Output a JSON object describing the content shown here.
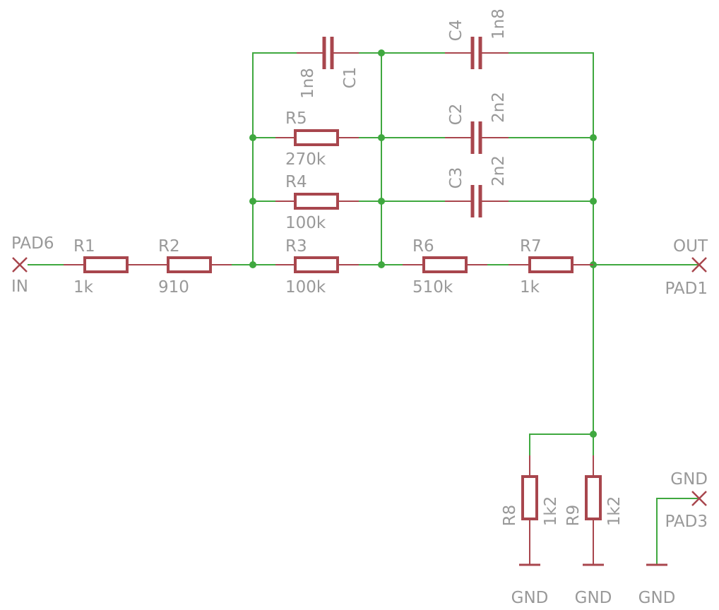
{
  "components": {
    "pad6": {
      "name": "PAD6",
      "net": "IN"
    },
    "pad1": {
      "name": "PAD1",
      "net": "OUT"
    },
    "pad3": {
      "name": "PAD3",
      "net": "GND"
    },
    "r1": {
      "name": "R1",
      "value": "1k"
    },
    "r2": {
      "name": "R2",
      "value": "910"
    },
    "r3": {
      "name": "R3",
      "value": "100k"
    },
    "r4": {
      "name": "R4",
      "value": "100k"
    },
    "r5": {
      "name": "R5",
      "value": "270k"
    },
    "r6": {
      "name": "R6",
      "value": "510k"
    },
    "r7": {
      "name": "R7",
      "value": "1k"
    },
    "r8": {
      "name": "R8",
      "value": "1k2"
    },
    "r9": {
      "name": "R9",
      "value": "1k2"
    },
    "c1": {
      "name": "C1",
      "value": "1n8"
    },
    "c2": {
      "name": "C2",
      "value": "2n2"
    },
    "c3": {
      "name": "C3",
      "value": "2n2"
    },
    "c4": {
      "name": "C4",
      "value": "1n8"
    }
  },
  "ground_labels": [
    "GND",
    "GND",
    "GND"
  ],
  "colors": {
    "wire": "#3fa83f",
    "symbol": "#a8464d",
    "label": "#999999",
    "background": "#ffffff"
  }
}
